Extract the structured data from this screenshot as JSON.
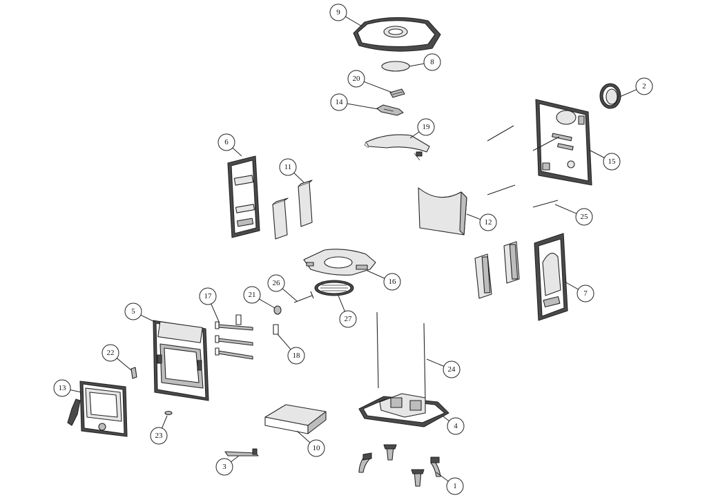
{
  "callouts": [
    {
      "label": "1"
    },
    {
      "label": "2"
    },
    {
      "label": "3"
    },
    {
      "label": "4"
    },
    {
      "label": "5"
    },
    {
      "label": "6"
    },
    {
      "label": "7"
    },
    {
      "label": "8"
    },
    {
      "label": "9"
    },
    {
      "label": "10"
    },
    {
      "label": "11"
    },
    {
      "label": "12"
    },
    {
      "label": "13"
    },
    {
      "label": "14"
    },
    {
      "label": "15"
    },
    {
      "label": "16"
    },
    {
      "label": "17"
    },
    {
      "label": "18"
    },
    {
      "label": "19"
    },
    {
      "label": "20"
    },
    {
      "label": "21"
    },
    {
      "label": "22"
    },
    {
      "label": "23"
    },
    {
      "label": "24"
    },
    {
      "label": "25"
    },
    {
      "label": "26"
    },
    {
      "label": "27"
    }
  ]
}
